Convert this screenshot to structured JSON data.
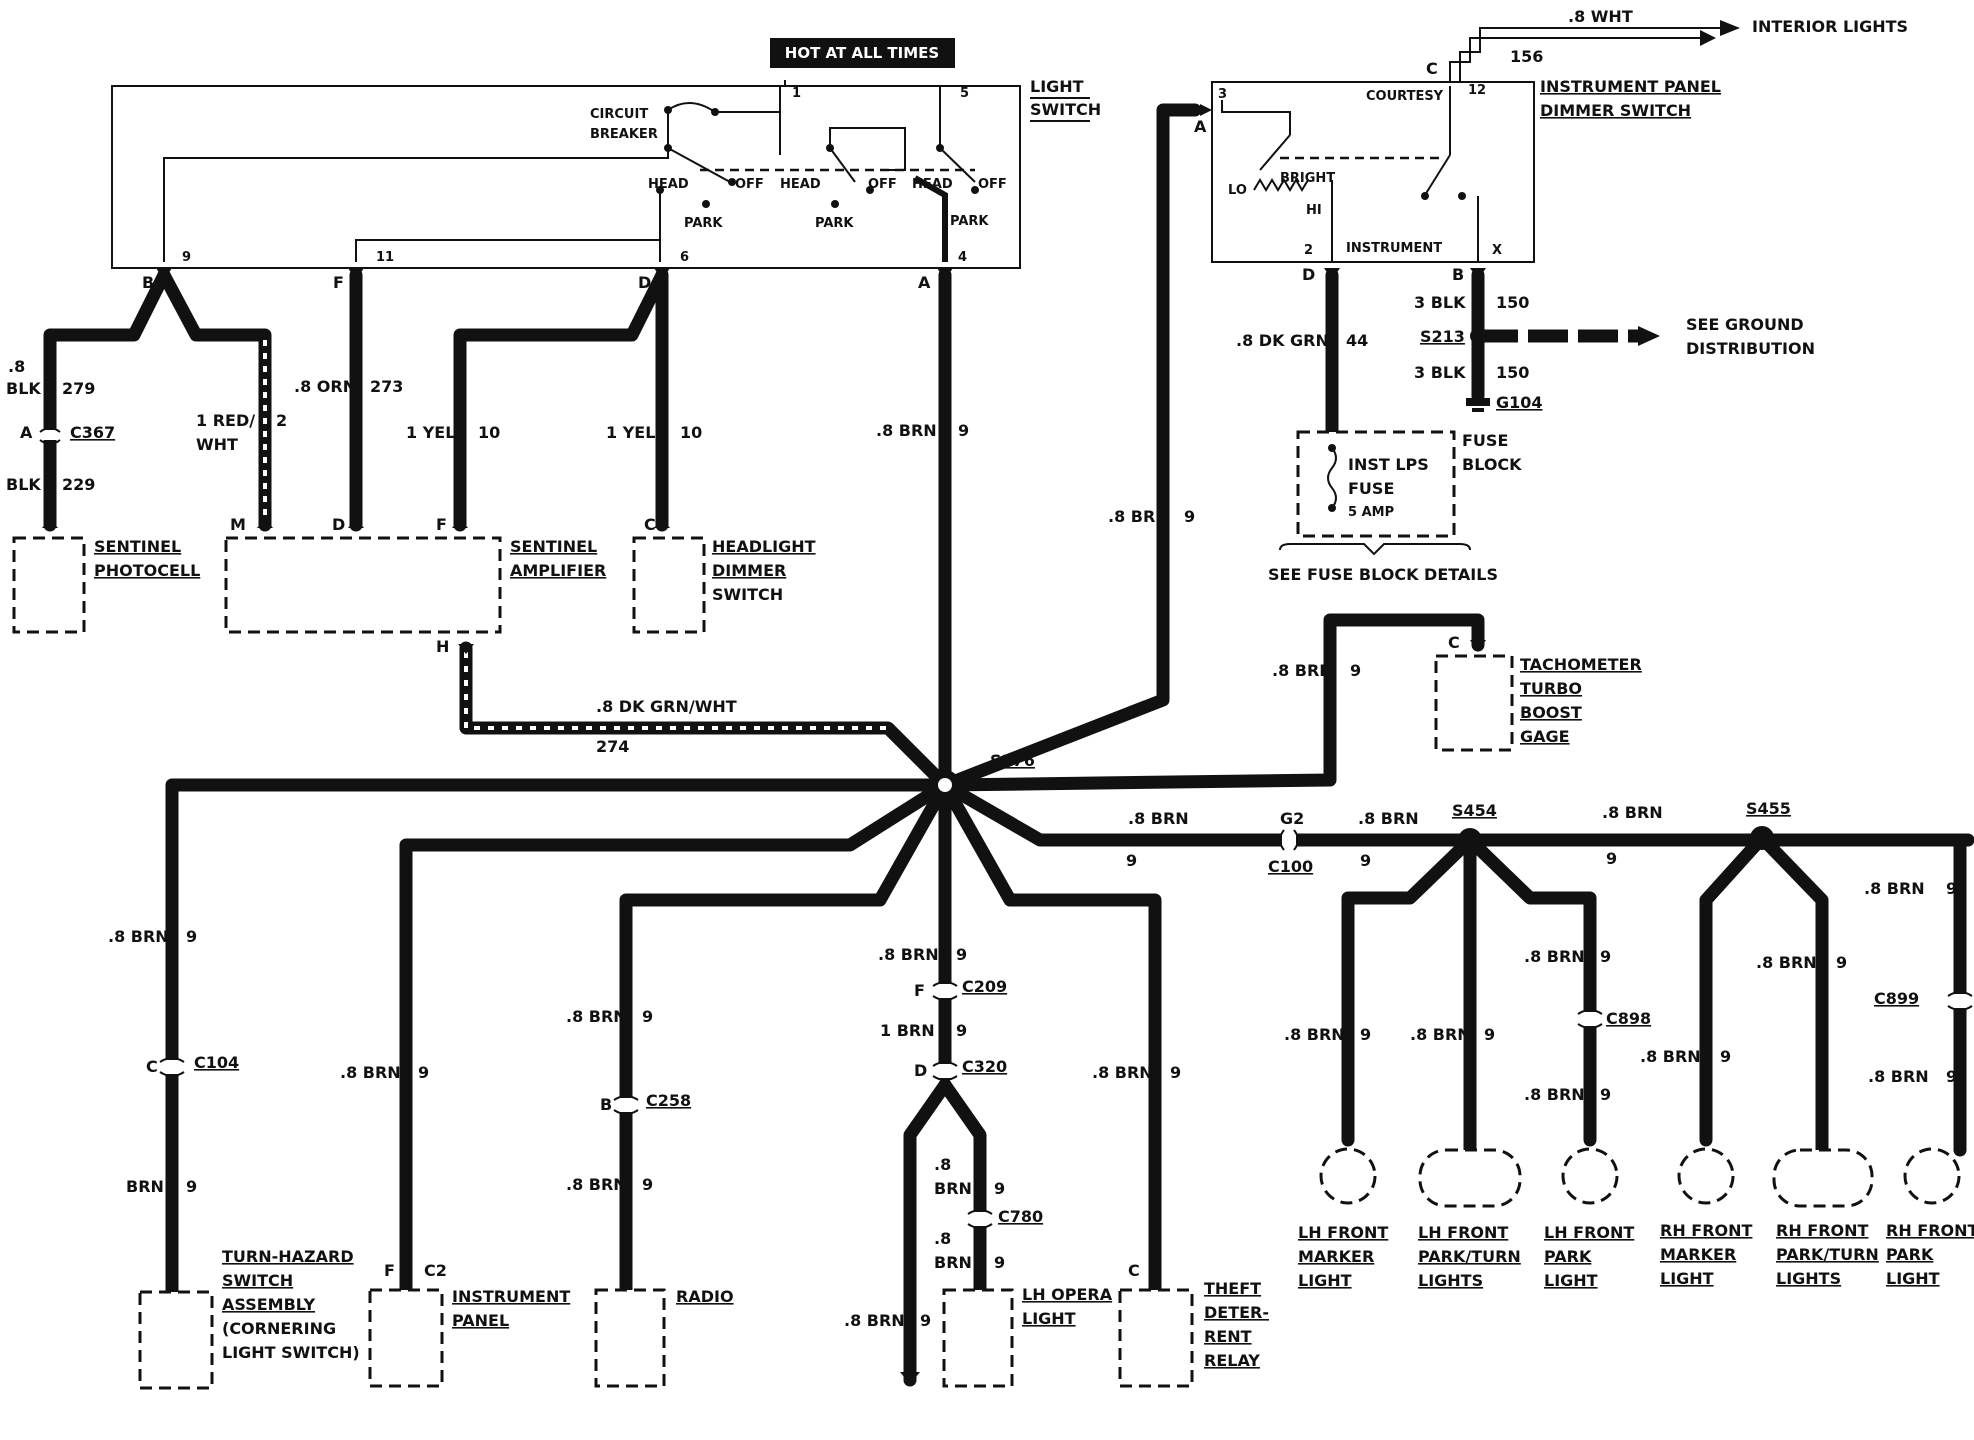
{
  "hot_banner": "HOT AT ALL TIMES",
  "light_switch": {
    "title": [
      "LIGHT",
      "SWITCH"
    ],
    "circuit_breaker": [
      "CIRCUIT",
      "BREAKER"
    ],
    "head": "HEAD",
    "off": "OFF",
    "park": "PARK",
    "pins": {
      "p1": "1",
      "p5": "5",
      "p9": "9",
      "p11": "11",
      "p6": "6",
      "p4": "4"
    },
    "conn": {
      "b": "B",
      "f": "F",
      "d": "D",
      "a": "A"
    }
  },
  "dimmer_switch": {
    "title": [
      "INSTRUMENT PANEL",
      "DIMMER SWITCH"
    ],
    "courtesy": "COURTESY",
    "bright": "BRIGHT",
    "lo": "LO",
    "hi": "HI",
    "instrument": "INSTRUMENT",
    "pins": {
      "p3": "3",
      "p12": "12",
      "p2": "2",
      "px": "X"
    },
    "conn": {
      "c": "C",
      "a": "A",
      "d": "D",
      "b": "B"
    }
  },
  "interior": {
    "label": "INTERIOR LIGHTS",
    "wire": ".8 WHT",
    "circuit": "156"
  },
  "ground": {
    "wire1": "3 BLK",
    "circ1": "150",
    "splice": "S213",
    "see": [
      "SEE GROUND",
      "DISTRIBUTION"
    ],
    "wire2": "3 BLK",
    "circ2": "150",
    "ground": "G104"
  },
  "fuse": {
    "wire": ".8 DK GRN",
    "circuit": "44",
    "fuse_label": [
      "INST LPS",
      "FUSE",
      "5 AMP"
    ],
    "block": [
      "FUSE",
      "BLOCK"
    ],
    "see": "SEE FUSE BLOCK DETAILS"
  },
  "wires": {
    "blk": ".8",
    "blk2": "BLK",
    "blk_c": "279",
    "blk_conn": "C367",
    "blk_pin": "A",
    "blk3": "BLK",
    "blk_c2": "229",
    "redwht": [
      "1 RED/",
      "WHT"
    ],
    "redwht_c": "2",
    "orn": ".8 ORN",
    "orn_c": "273",
    "yel1": "1 YEL",
    "yel1_c": "10",
    "yel2": "1 YEL",
    "yel2_c": "10",
    "brn_main": ".8 BRN",
    "brn_main_c": "9",
    "brn_dim": ".8 BRN",
    "brn_dim_c": "9",
    "dkgrnwht": ".8 DK GRN/WHT",
    "dkgrnwht_c": "274",
    "splice": "S376"
  },
  "components": {
    "photocell": [
      "SENTINEL",
      "PHOTOCELL"
    ],
    "amplifier": [
      "SENTINEL",
      "AMPLIFIER"
    ],
    "amp_pins": {
      "m": "M",
      "d": "D",
      "f": "F",
      "h": "H"
    },
    "hl_dimmer": [
      "HEADLIGHT",
      "DIMMER",
      "SWITCH"
    ],
    "hl_pin": "C",
    "tach": [
      "TACHOMETER",
      "TURBO",
      "BOOST",
      "GAGE"
    ],
    "tach_pin": "C",
    "tach_wire": ".8 BRN",
    "tach_c": "9",
    "turn": [
      "TURN-HAZARD",
      "SWITCH",
      "ASSEMBLY",
      "(CORNERING",
      "LIGHT SWITCH)"
    ],
    "inst_panel": [
      "INSTRUMENT",
      "PANEL"
    ],
    "inst_pins": {
      "f": "F",
      "c2": "C2"
    },
    "radio": "RADIO",
    "opera": [
      "LH OPERA",
      "LIGHT"
    ],
    "theft": [
      "THEFT",
      "DETER-",
      "RENT",
      "RELAY"
    ],
    "theft_pin": "C"
  },
  "branches": {
    "turn": {
      "w1": ".8 BRN",
      "c1": "9",
      "conn": "C104",
      "pin": "C",
      "w2": "BRN",
      "c2": "9"
    },
    "inst": {
      "w": ".8 BRN",
      "c": "9"
    },
    "radio": {
      "w1": ".8 BRN",
      "c1": "9",
      "conn": "C258",
      "pin": "B",
      "w2": ".8 BRN",
      "c2": "9"
    },
    "opera": {
      "w1": ".8 BRN",
      "c1": "9",
      "conn1": "C209",
      "pin1": "F",
      "w2": "1 BRN",
      "c2": "9",
      "conn2": "C320",
      "pin2": "D",
      "w3": [
        ".8",
        "BRN"
      ],
      "c3": "9",
      "conn3": "C780",
      "w4": [
        ".8",
        "BRN"
      ],
      "c4": "9",
      "w5": ".8 BRN",
      "c5": "9"
    },
    "theft": {
      "w": ".8 BRN",
      "c": "9"
    }
  },
  "right_bus": {
    "w1": ".8 BRN",
    "c1": "9",
    "g2": "G2",
    "c100": "C100",
    "w2": ".8 BRN",
    "c2": "9",
    "s454": "S454",
    "w3": ".8 BRN",
    "c3": "9",
    "s455": "S455",
    "lamps": [
      {
        "label": [
          "LH FRONT",
          "MARKER",
          "LIGHT"
        ],
        "w": ".8 BRN",
        "c": "9"
      },
      {
        "label": [
          "LH FRONT",
          "PARK/TURN",
          "LIGHTS"
        ],
        "w": ".8 BRN",
        "c": "9"
      },
      {
        "label": [
          "LH FRONT",
          "PARK",
          "LIGHT"
        ],
        "w": ".8 BRN",
        "c": "9",
        "conn": "C898",
        "w2": ".8 BRN",
        "c2": "9"
      },
      {
        "label": [
          "RH FRONT",
          "MARKER",
          "LIGHT"
        ],
        "w": ".8 BRN",
        "c": "9"
      },
      {
        "label": [
          "RH FRONT",
          "PARK/TURN",
          "LIGHTS"
        ],
        "w": ".8 BRN",
        "c": "9"
      },
      {
        "label": [
          "RH FRONT",
          "PARK",
          "LIGHT"
        ],
        "w": ".8 BRN",
        "c": "9",
        "conn": "C899",
        "w2": ".8 BRN",
        "c2": "9"
      }
    ]
  }
}
